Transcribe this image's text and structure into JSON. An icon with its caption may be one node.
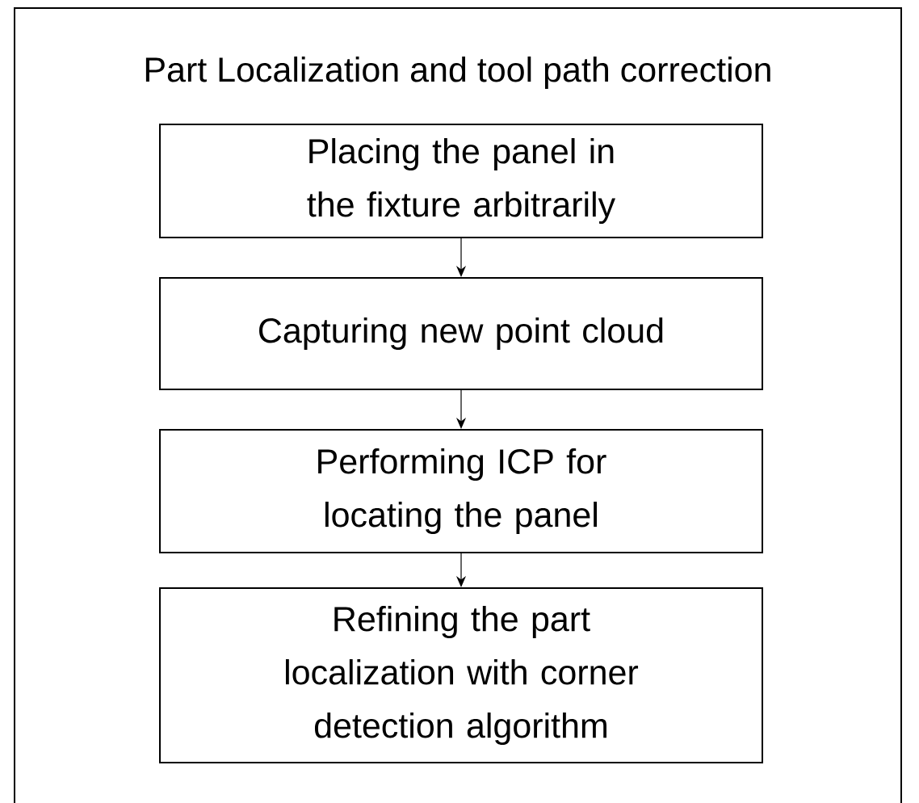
{
  "diagram": {
    "nodes": [
      {
        "text": [
          "Part Localization and tool path correction"
        ]
      },
      {
        "text": [
          "Placing the panel in the fixture arbitrarily"
        ],
        "in": 0
      },
      {
        "text": [
          "Capturing new point cloud"
        ],
        "in": 0
      },
      {
        "text": [
          "Performing ICP for locating the panel"
        ],
        "in": 0
      },
      {
        "text": [
          "Refining the part localization with corner detection algorithm"
        ],
        "in": 0
      }
    ],
    "edges": [
      {
        "from": 1,
        "to": 2,
        "arrow": "to"
      },
      {
        "from": 2,
        "to": 3,
        "arrow": "to"
      },
      {
        "from": 3,
        "to": 4,
        "arrow": "to"
      }
    ]
  }
}
